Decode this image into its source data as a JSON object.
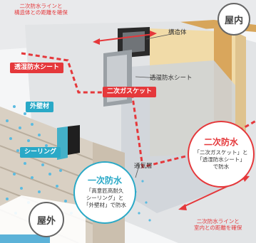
{
  "labels": {
    "inside": "屋内",
    "outside": "屋外",
    "structure": "構造体",
    "vapor_sheet": "透湿防水シート",
    "vapor_sheet_red": "透湿防水シート",
    "secondary_gasket": "二次ガスケット",
    "exterior_wall": "外壁材",
    "sealing": "シーリング",
    "air_layer": "通気層"
  },
  "notes": {
    "top_left": [
      "二次防水ラインと",
      "構造体との距離を確保"
    ],
    "bottom_right": [
      "二次防水ラインと",
      "室内との距離を確保"
    ]
  },
  "bubbles": {
    "secondary": {
      "title": "二次防水",
      "lines": [
        "「二次ガスケット」と",
        "「透湿防水シート」",
        "で防水"
      ]
    },
    "primary": {
      "title": "一次防水",
      "lines": [
        "「高意匠高耐久",
        "シーリング」と",
        "「外壁材」で防水"
      ]
    }
  },
  "colors": {
    "red": "#e5383b",
    "teal": "#2aa9c7",
    "insulation": "#f1dba8",
    "wood": "#d7a55a",
    "board": "#e2e4e6"
  }
}
